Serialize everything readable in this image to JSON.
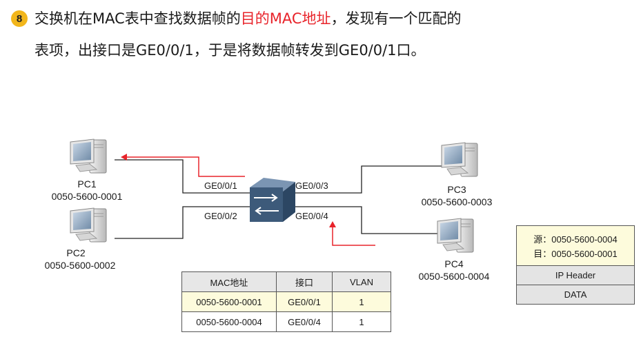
{
  "step": {
    "number": "8"
  },
  "heading": {
    "line1_pre": "交换机在MAC表中查找数据帧的",
    "line1_highlight": "目的MAC地址",
    "line1_post": "，发现有一个匹配的",
    "line2": "表项，出接口是GE0/0/1，于是将数据帧转发到GE0/0/1口。"
  },
  "hosts": [
    {
      "name": "PC1",
      "mac": "0050-5600-0001"
    },
    {
      "name": "PC2",
      "mac": "0050-5600-0002"
    },
    {
      "name": "PC3",
      "mac": "0050-5600-0003"
    },
    {
      "name": "PC4",
      "mac": "0050-5600-0004"
    }
  ],
  "ports": {
    "p1": "GE0/0/1",
    "p2": "GE0/0/2",
    "p3": "GE0/0/3",
    "p4": "GE0/0/4"
  },
  "mac_table": {
    "headers": [
      "MAC地址",
      "接口",
      "VLAN"
    ],
    "rows": [
      [
        "0050-5600-0001",
        "GE0/0/1",
        "1"
      ],
      [
        "0050-5600-0004",
        "GE0/0/4",
        "1"
      ]
    ]
  },
  "frame": {
    "src": "源：0050-5600-0004",
    "dst": "目：0050-5600-0001",
    "ip_header": "IP Header",
    "data": "DATA"
  },
  "colors": {
    "highlight": "#e8232a",
    "badge": "#f2b61b",
    "switch": "#3d5a7a",
    "match_row": "#fdfbdc"
  }
}
